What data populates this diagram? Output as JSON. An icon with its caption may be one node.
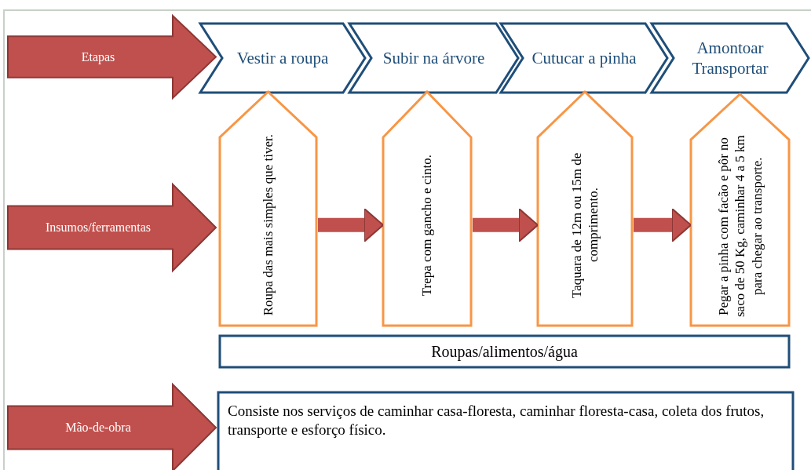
{
  "diagram": {
    "nodes": [
      {
        "text": [
          "Etapas"
        ]
      },
      {
        "text": [
          "Vestir a roupa"
        ]
      },
      {
        "text": [
          "Subir na árvore"
        ]
      },
      {
        "text": [
          "Cutucar a pinha"
        ]
      },
      {
        "text": [
          "Amontoar Transportar"
        ]
      },
      {
        "text": [
          "Insumos/ferramentas"
        ]
      },
      {
        "text": [
          "Roupa das mais simples que tiver."
        ]
      },
      {
        "text": [
          "Trepa com gancho e cinto."
        ]
      },
      {
        "text": [
          "Taquara de 12m ou 15m de comprimento."
        ]
      },
      {
        "text": [
          "Pegar a pinha com facão e pôr no saco de 50 Kg, caminhar 4 a 5 km para chegar ao transporte."
        ]
      },
      {
        "text": [
          "Roupas/alimentos/água"
        ]
      },
      {
        "text": [
          "Mão-de-obra"
        ]
      },
      {
        "text": [
          "Consiste nos serviços de caminhar casa-floresta, caminhar floresta-casa, coleta dos frutos, transporte e esforço físico."
        ]
      }
    ],
    "edges": [
      {
        "from": 6,
        "to": 7,
        "arrow": "to"
      },
      {
        "from": 7,
        "to": 8,
        "arrow": "to"
      },
      {
        "from": 8,
        "to": 9,
        "arrow": "to"
      }
    ]
  }
}
